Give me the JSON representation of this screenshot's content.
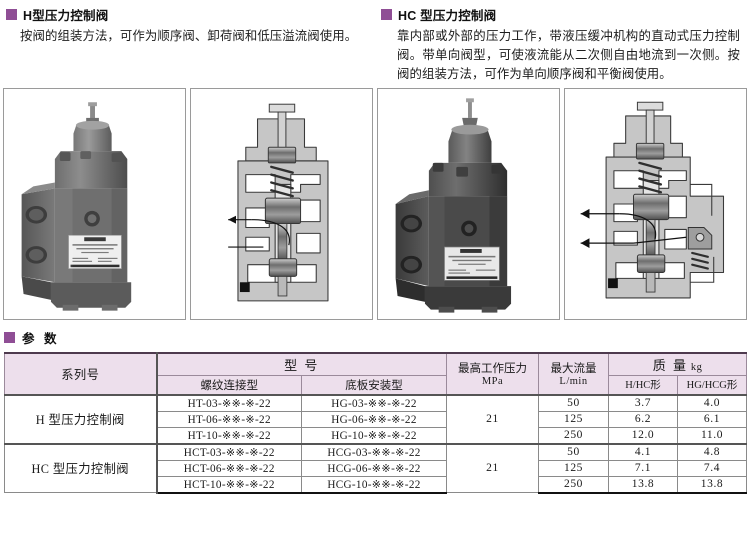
{
  "sections": [
    {
      "bullet_color": "#8f4e95",
      "title": "H型压力控制阀",
      "body": "按阀的组装方法，可作为顺序阀、卸荷阀和低压溢流阀使用。"
    },
    {
      "bullet_color": "#8f4e95",
      "title": "HC 型压力控制阀",
      "body": "靠内部或外部的压力工作，带液压缓冲机构的直动式压力控制阀。带单向阀型，可使液流能从二次侧自由地流到一次侧。按阀的组装方法，可作为单向顺序阀和平衡阀使用。"
    }
  ],
  "figures": [
    {
      "name": "h-valve-photo",
      "caption": "",
      "nameplate": "PRESSURE CONTROL VALVE"
    },
    {
      "name": "h-valve-section",
      "caption": ""
    },
    {
      "name": "hc-valve-photo",
      "caption": "",
      "nameplate": "PRESSURE CONTROL VALVE"
    },
    {
      "name": "hc-valve-section",
      "caption": ""
    }
  ],
  "params": {
    "bullet_color": "#8f4e95",
    "title": "参 数",
    "header": {
      "series": "系列号",
      "model": "型 号",
      "model_thread": "螺纹连接型",
      "model_subplate": "底板安装型",
      "max_pressure": "最高工作压力",
      "max_pressure_unit": "MPa",
      "max_flow": "最大流量",
      "max_flow_unit": "L/min",
      "mass": "质 量",
      "mass_unit": "kg",
      "mass_a": "H/HC形",
      "mass_b": "HG/HCG形"
    },
    "groups": [
      {
        "series": "H 型压力控制阀",
        "pressure": "21",
        "rows": [
          {
            "thread": "HT-03-※※-※-22",
            "subplate": "HG-03-※※-※-22",
            "flow": "50",
            "mass_a": "3.7",
            "mass_b": "4.0"
          },
          {
            "thread": "HT-06-※※-※-22",
            "subplate": "HG-06-※※-※-22",
            "flow": "125",
            "mass_a": "6.2",
            "mass_b": "6.1"
          },
          {
            "thread": "HT-10-※※-※-22",
            "subplate": "HG-10-※※-※-22",
            "flow": "250",
            "mass_a": "12.0",
            "mass_b": "11.0"
          }
        ]
      },
      {
        "series": "HC 型压力控制阀",
        "pressure": "21",
        "rows": [
          {
            "thread": "HCT-03-※※-※-22",
            "subplate": "HCG-03-※※-※-22",
            "flow": "50",
            "mass_a": "4.1",
            "mass_b": "4.8"
          },
          {
            "thread": "HCT-06-※※-※-22",
            "subplate": "HCG-06-※※-※-22",
            "flow": "125",
            "mass_a": "7.1",
            "mass_b": "7.4"
          },
          {
            "thread": "HCT-10-※※-※-22",
            "subplate": "HCG-10-※※-※-22",
            "flow": "250",
            "mass_a": "13.8",
            "mass_b": "13.8"
          }
        ]
      }
    ]
  }
}
